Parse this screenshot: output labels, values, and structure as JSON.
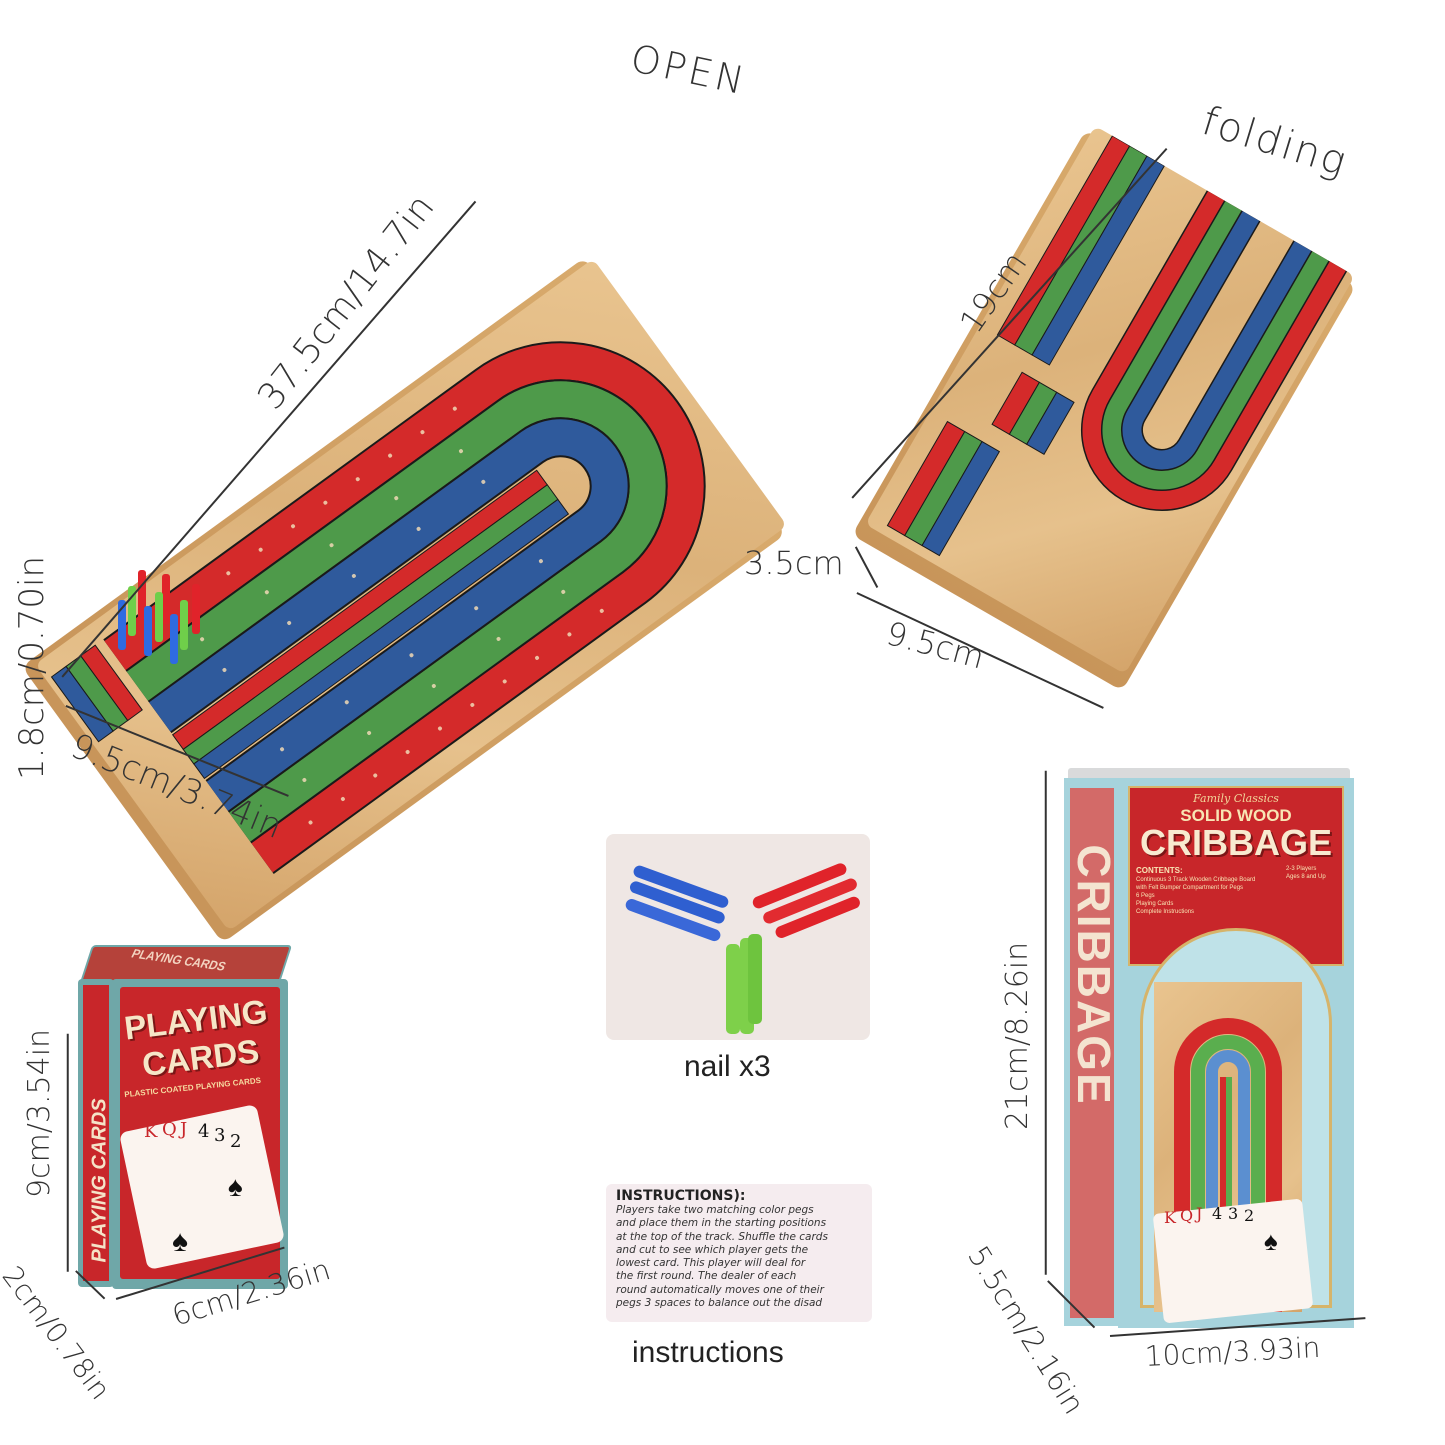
{
  "open_board": {
    "title": "OPEN",
    "length_label": "37.5cm/14.7in",
    "height_label": "1.8cm/0.70in",
    "width_label": "9.5cm/3.74in"
  },
  "folding_board": {
    "title": "folding",
    "length_label": "19cm",
    "height_label": "3.5cm",
    "width_label": "9.5cm"
  },
  "pegs": {
    "caption": "nail x3",
    "colors": [
      "#2f5fd0",
      "#e0232a",
      "#7ed04a"
    ]
  },
  "instructions": {
    "caption": "instructions",
    "heading": "INSTRUCTIONS):",
    "lines": [
      "Players take two matching color pegs",
      "and place them in the starting positions",
      "at the top of the track. Shuffle the cards",
      "and cut to see which player gets the",
      "lowest card. This player will deal for",
      "the first round. The dealer of each",
      "round automatically moves one of their",
      "pegs 3 spaces to balance out the disad"
    ]
  },
  "playing_cards_box": {
    "front_title_line1": "PLAYING",
    "front_title_line2": "CARDS",
    "subtitle": "PLASTIC COATED PLAYING CARDS",
    "top_text": "PLAYING CARDS",
    "side_text": "PLAYING CARDS",
    "cards": [
      "K",
      "Q",
      "J",
      "4",
      "3",
      "2"
    ],
    "height_label": "9cm/3.54in",
    "depth_label": "2cm/0.78in",
    "width_label": "6cm/2.36in"
  },
  "cribbage_box": {
    "tagline": "Family Classics",
    "title_small": "SOLID WOOD",
    "title_big": "CRIBBAGE",
    "side_text": "CRIBBAGE",
    "contents_heading": "CONTENTS:",
    "contents": [
      "Continuous 3 Track Wooden Cribbage Board",
      "with Felt Bumper Compartment for Pegs",
      "6 Pegs",
      "Playing Cards",
      "Complete Instructions"
    ],
    "players": "2-3 Players",
    "ages": "Ages 8 and Up",
    "cards": [
      "K",
      "Q",
      "J",
      "4",
      "3",
      "2"
    ],
    "height_label": "21cm/8.26in",
    "depth_label": "5.5cm/2.16in",
    "width_label": "10cm/3.93in"
  },
  "colors": {
    "track_red": "#d42a2a",
    "track_green": "#4e9a4a",
    "track_blue": "#2f5a9c",
    "wood": "#e2b983",
    "box_red": "#c8262a",
    "box_teal": "#6fa7a8",
    "box_light_blue": "#a6d3dc"
  }
}
